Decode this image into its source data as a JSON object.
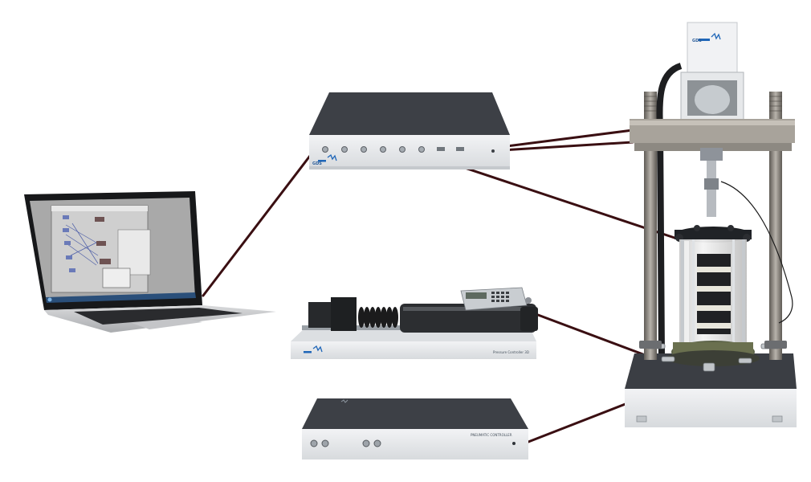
{
  "colors": {
    "background": "#ffffff",
    "cable": "#3a0f12",
    "device_top": "#3d4046",
    "device_front": "#eceef0",
    "brand_blue": "#1f66b8",
    "laptop_screen": "#a9a9a9",
    "taskbar": "#2a4f7a"
  },
  "labels": {
    "brand": "GDS",
    "pressure_controller": "Pressure Controller 3D",
    "pneumatic_controller": "PNEUMATIC CONTROLLER"
  },
  "icons": {
    "brand_logo": "gds-logo-icon"
  }
}
